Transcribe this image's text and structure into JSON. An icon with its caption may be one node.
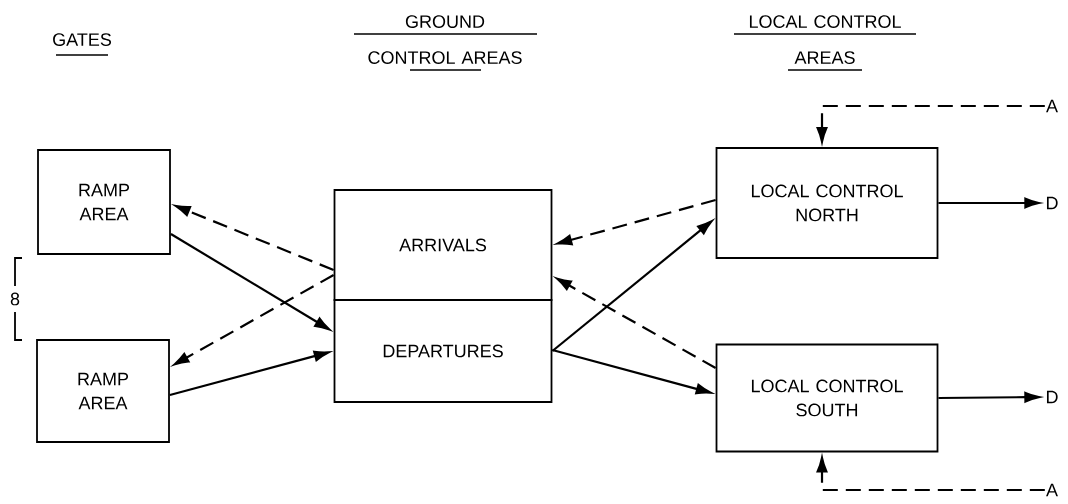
{
  "diagram": {
    "nodes": [
      {
        "text": [
          "RAMP AREA"
        ]
      },
      {
        "text": [
          "RAMP AREA"
        ]
      },
      {
        "text": [
          "ARRIVALS"
        ]
      },
      {
        "text": [
          "DEPARTURES"
        ]
      },
      {
        "text": [
          "LOCAL CONTROL NORTH"
        ]
      },
      {
        "text": [
          "LOCAL CONTROL SOUTH"
        ]
      },
      {
        "text": [
          "A"
        ]
      },
      {
        "text": [
          "D"
        ]
      },
      {
        "text": [
          "D"
        ]
      },
      {
        "text": [
          "A"
        ]
      }
    ],
    "edges": [
      {
        "from": 2,
        "to": 0,
        "arrow": "to",
        "style": "dashed"
      },
      {
        "from": 0,
        "to": 3,
        "arrow": "to"
      },
      {
        "from": 2,
        "to": 1,
        "arrow": "to",
        "style": "dashed"
      },
      {
        "from": 1,
        "to": 3,
        "arrow": "to"
      },
      {
        "from": 4,
        "to": 2,
        "arrow": "to",
        "style": "dashed"
      },
      {
        "from": 3,
        "to": 4,
        "arrow": "to"
      },
      {
        "from": 5,
        "to": 2,
        "arrow": "to",
        "style": "dashed"
      },
      {
        "from": 3,
        "to": 5,
        "arrow": "to"
      },
      {
        "from": 6,
        "to": 4,
        "arrow": "to",
        "style": "dashed"
      },
      {
        "from": 4,
        "to": 7,
        "arrow": "to"
      },
      {
        "from": 5,
        "to": 8,
        "arrow": "to"
      },
      {
        "from": 9,
        "to": 5,
        "arrow": "to",
        "style": "dashed"
      }
    ],
    "labels": [
      "GATES",
      "GROUND CONTROL AREAS",
      "LOCAL CONTROL AREAS",
      "8"
    ]
  }
}
